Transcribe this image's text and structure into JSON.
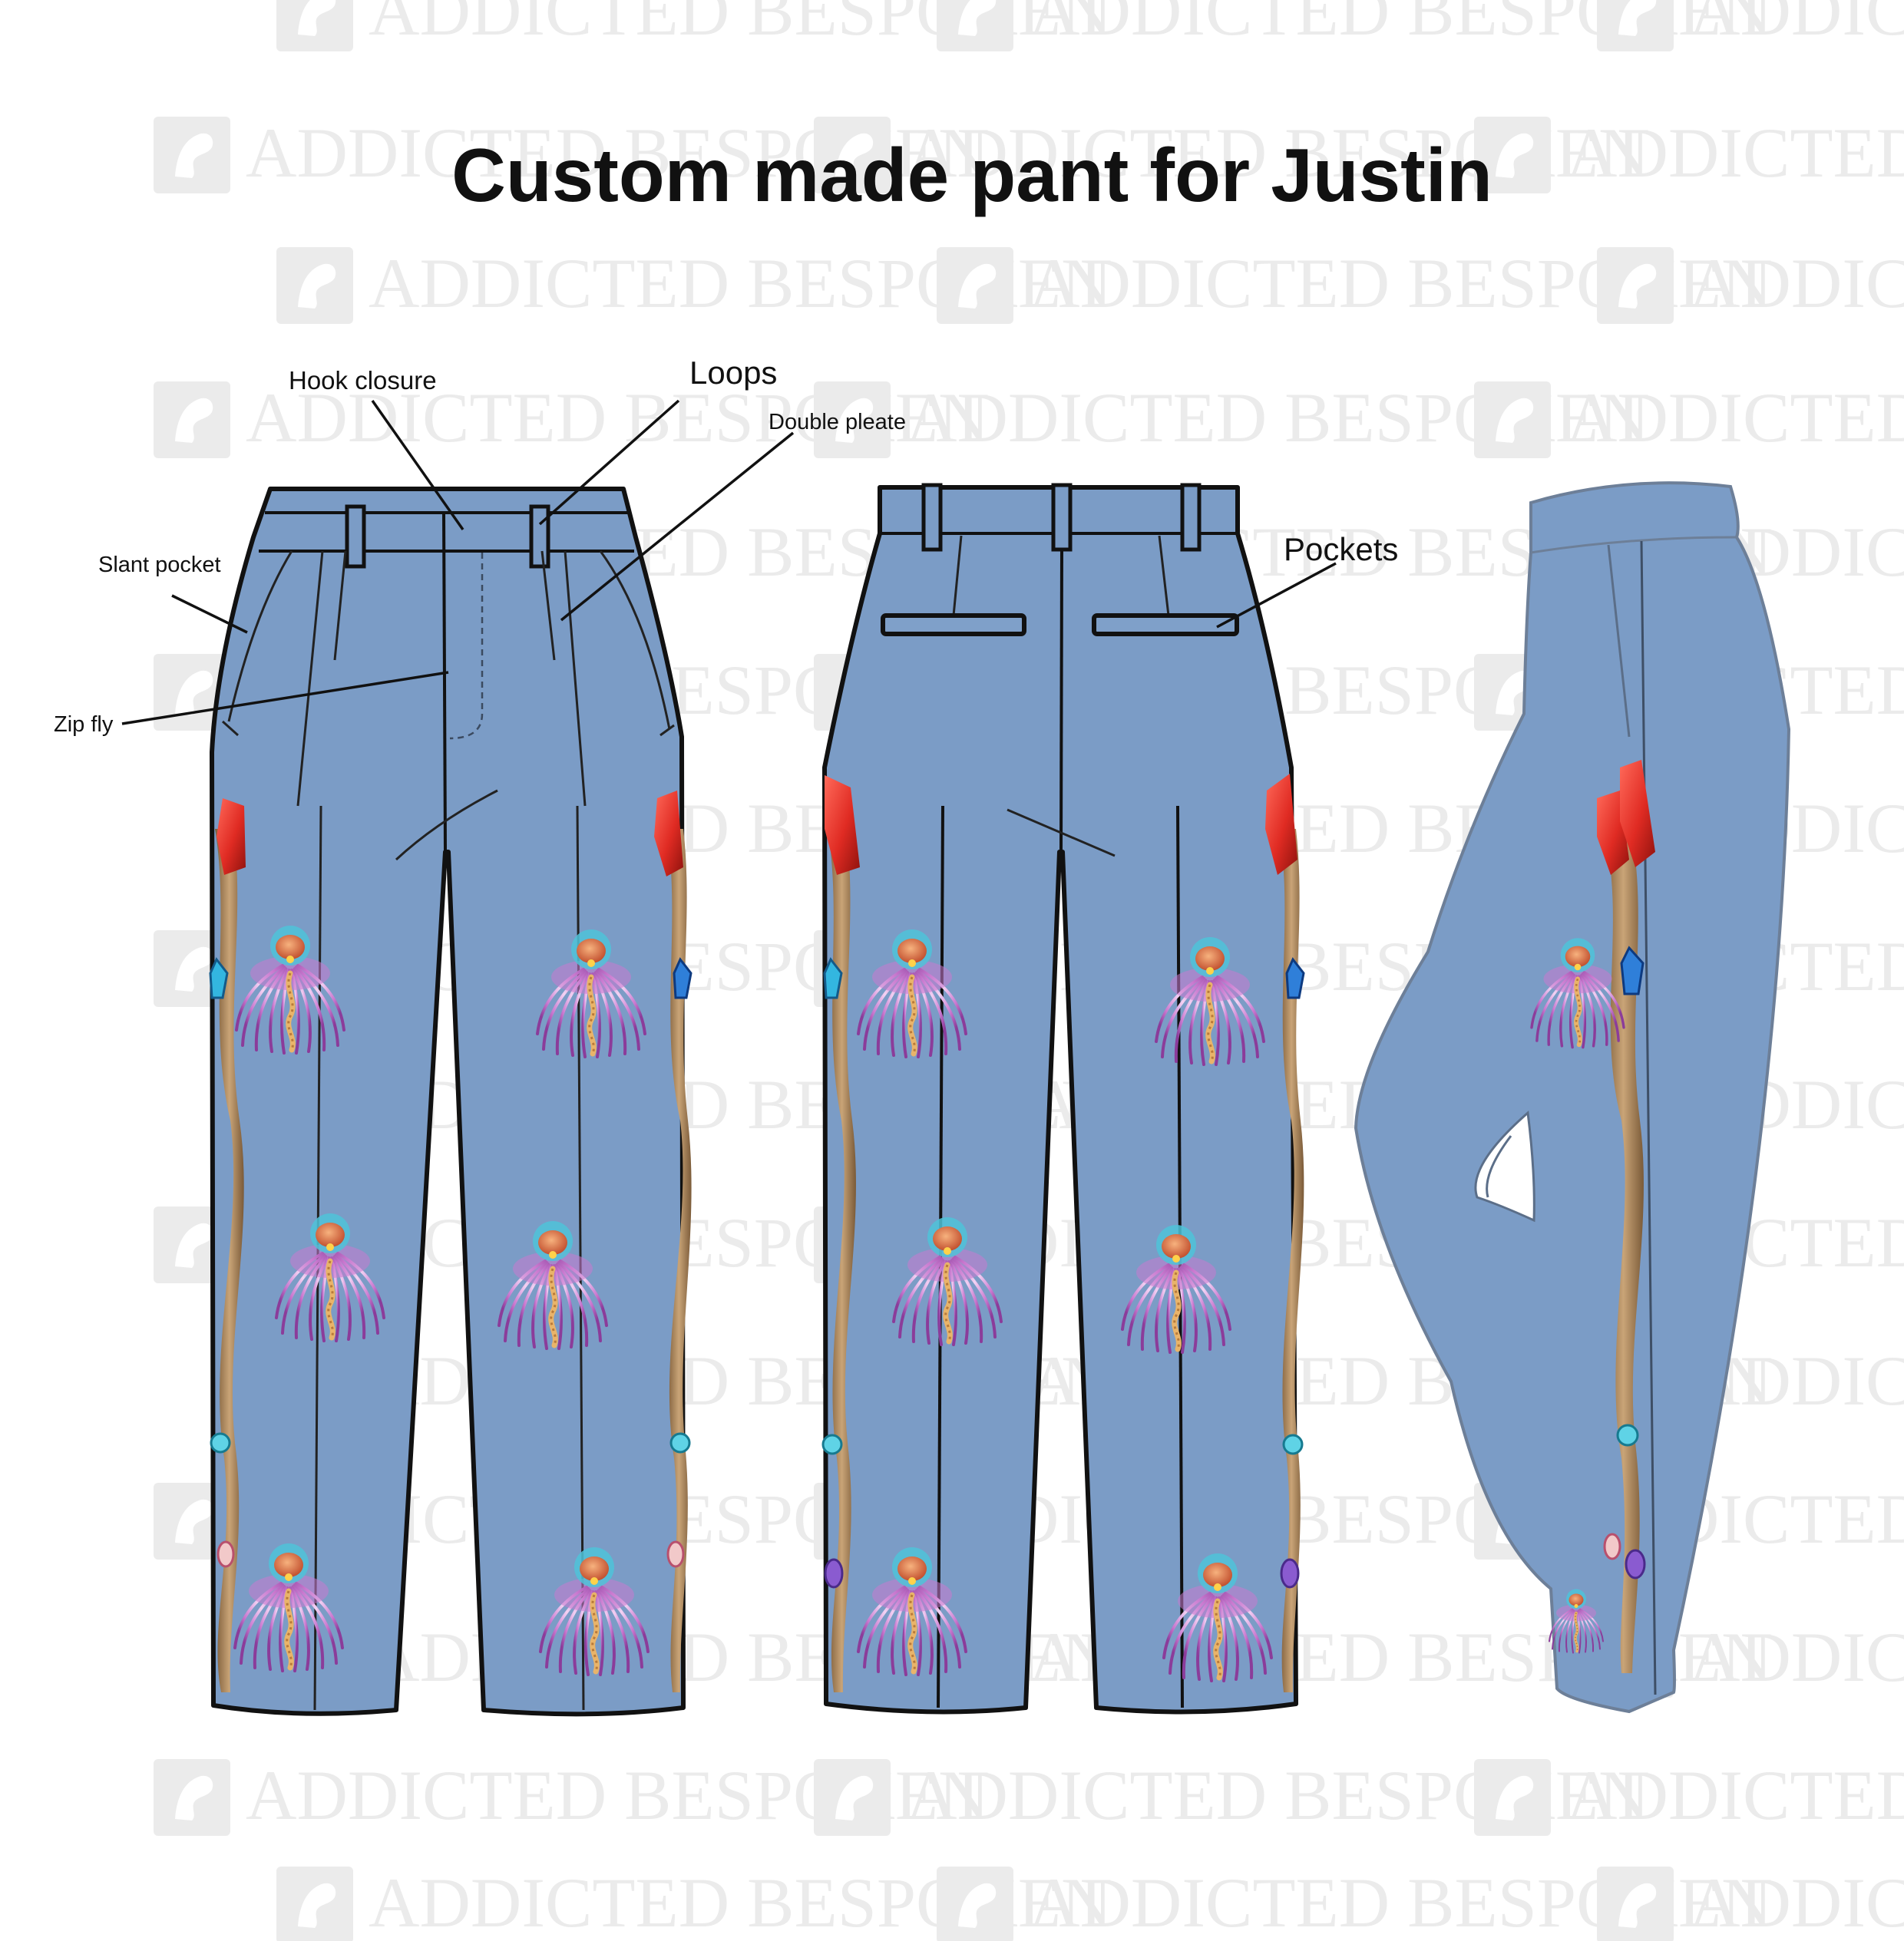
{
  "title": "Custom made pant for Justin",
  "watermark": {
    "brand_text": "ADDICTED BESPOKEN",
    "logo_icon": "addicted-bespoken-logo-icon",
    "color": "#ebebeb"
  },
  "callouts": {
    "hook_closure": "Hook closure",
    "loops": "Loops",
    "double_pleate": "Double pleate",
    "slant_pocket": "Slant pocket",
    "zip_fly": "Zip fly",
    "pockets": "Pockets"
  },
  "views": [
    "front",
    "back",
    "side"
  ],
  "colors": {
    "denim": "#7b9cc6",
    "outline": "#111111",
    "staff_wood": "#a8855c",
    "crystal_red": "#e02b23",
    "gem_blue": "#2f7fd9",
    "gem_cyan": "#5fd3e6",
    "jellyfish_pink": "#c97ad0",
    "brain_orange": "#e8774a"
  }
}
